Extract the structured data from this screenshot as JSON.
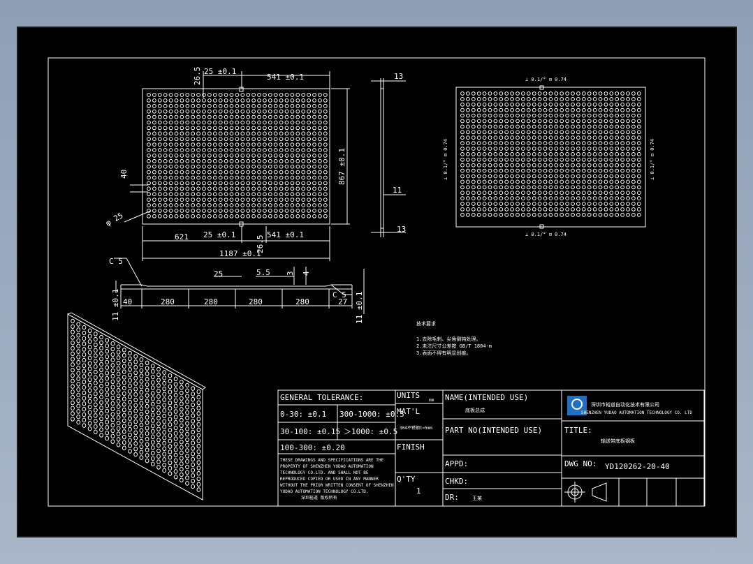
{
  "colors": {
    "lines": "#ffffff",
    "background": "#000000",
    "outer": "#9aa9bd",
    "logo_blue": "#1f6fc2"
  },
  "front_view": {
    "dim_top_a": "25 ±0.1",
    "dim_top_b": "541 ±0.1",
    "dim_top_left": "26.5",
    "dim_height": "867 ±0.1",
    "dim_pitch": "40",
    "dim_hole": "φ 25",
    "dim_bottom_a": "621",
    "dim_bottom_b": "25 ±0.1",
    "dim_bottom_c": "541 ±0.1",
    "dim_bottom_d": "26.5",
    "dim_total": "1187 ±0.1"
  },
  "side_view": {
    "dim_top": "13",
    "dim_mid": "11",
    "dim_bottom": "13"
  },
  "right_view": {
    "tol_top": "⊥ 0.1/° ⊟ 0.74",
    "tol_bottom": "⊥ 0.1/° ⊟ 0.74",
    "tol_left": "⊥ 0.1/° ⊟ 0.74",
    "tol_right": "⊥ 0.1/° ⊟ 0.74"
  },
  "section_view": {
    "chamfer_left": "C 5",
    "chamfer_right": "C 5",
    "d25": "25",
    "d55": "5.5",
    "d3": "3",
    "d4": "4",
    "left_thick": "11 ±0.1",
    "right_thick": "11 ±0.1",
    "d40": "40",
    "d280a": "280",
    "d280b": "280",
    "d280c": "280",
    "d280d": "280",
    "d27": "27"
  },
  "notes": {
    "title": "技术要求",
    "line1": "1.去除毛刺、尖角倒钝处理。",
    "line2": "2.未注尺寸公差按 GB/T 1804-m",
    "line3": "3.表面不得有明显划痕。"
  },
  "title_block": {
    "general_tolerance": "GENERAL TOLERANCE:",
    "tol_1": "0-30:    ±0.1",
    "tol_2": "300-1000:  ±0.5",
    "tol_3": "30-100:   ±0.15",
    "tol_4": "＞1000: ±0.5",
    "tol_5": "100-300: ±0.20",
    "legal_1": "THESE DRAWINGS AND SPECIFICATIONS ARE THE",
    "legal_2": "PROPERTY OF SHENZHEN YUDAO AUTOMATION",
    "legal_3": "TECHNOLOGY CO.LTD.  AND SHALL NOT BE",
    "legal_4": "REPRODUCED COPIED OR USED IN ANY MANNER",
    "legal_5": "WITHOUT THE PRIOR WRITTEN CONSENT OF SHENZHEN",
    "legal_6": "YUDAO AUTOMATION TECHNOLOGY CO.LTD.",
    "legal_7": "深圳裕道  版权所有",
    "units": "UNITS",
    "units_val": "mm",
    "matl": "MAT'L",
    "matl_val": "304不锈钢t=5mm",
    "finish": "FINISH",
    "qty": "Q'TY",
    "qty_val": "1",
    "name": "NAME(INTENDED USE)",
    "name_val": "底板总成",
    "partno": "PART NO(INTENDED USE)",
    "appd": "APPD:",
    "chkd": "CHKD:",
    "dr": "DR:",
    "dr_val": "王某",
    "company_cn": "深圳市裕道自动化技术有限公司",
    "company_en": "SHENZHEN YUDAO AUTOMATION TECHNOLOGY CO. LTD",
    "title": "TITLE:",
    "title_val": "输送带底板钢板",
    "dwg_no": "DWG NO:",
    "dwg_val": "YD120262-20-40"
  }
}
